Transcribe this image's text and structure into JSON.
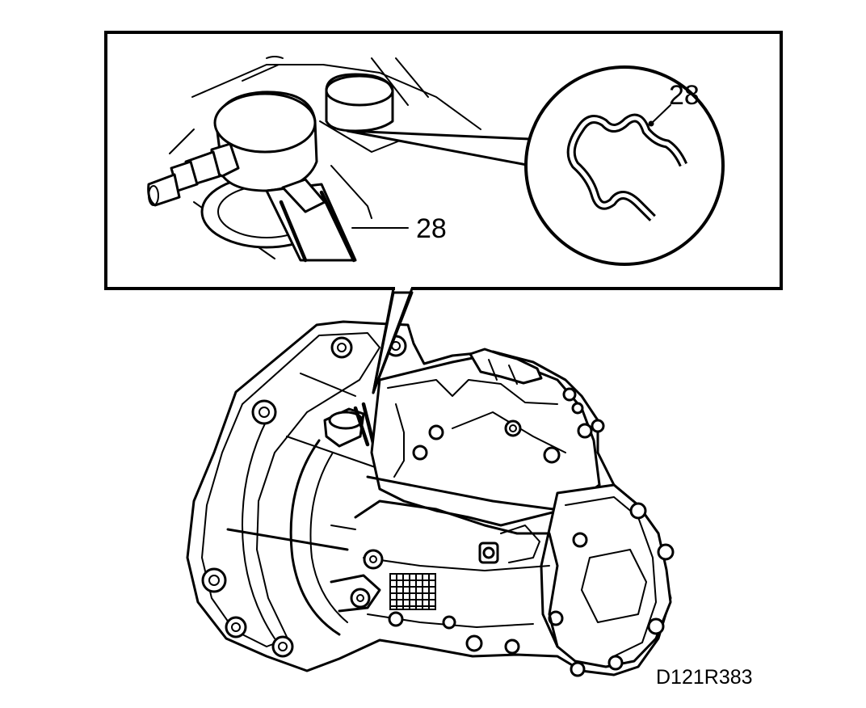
{
  "figure": {
    "callouts": [
      {
        "id": "detail-part",
        "label": "28"
      },
      {
        "id": "zoom-part",
        "label": "28"
      }
    ],
    "reference_code": "D121R383",
    "icons": [
      "gearbox-illustration",
      "slave-cylinder-detail",
      "retaining-clip-zoom"
    ]
  }
}
